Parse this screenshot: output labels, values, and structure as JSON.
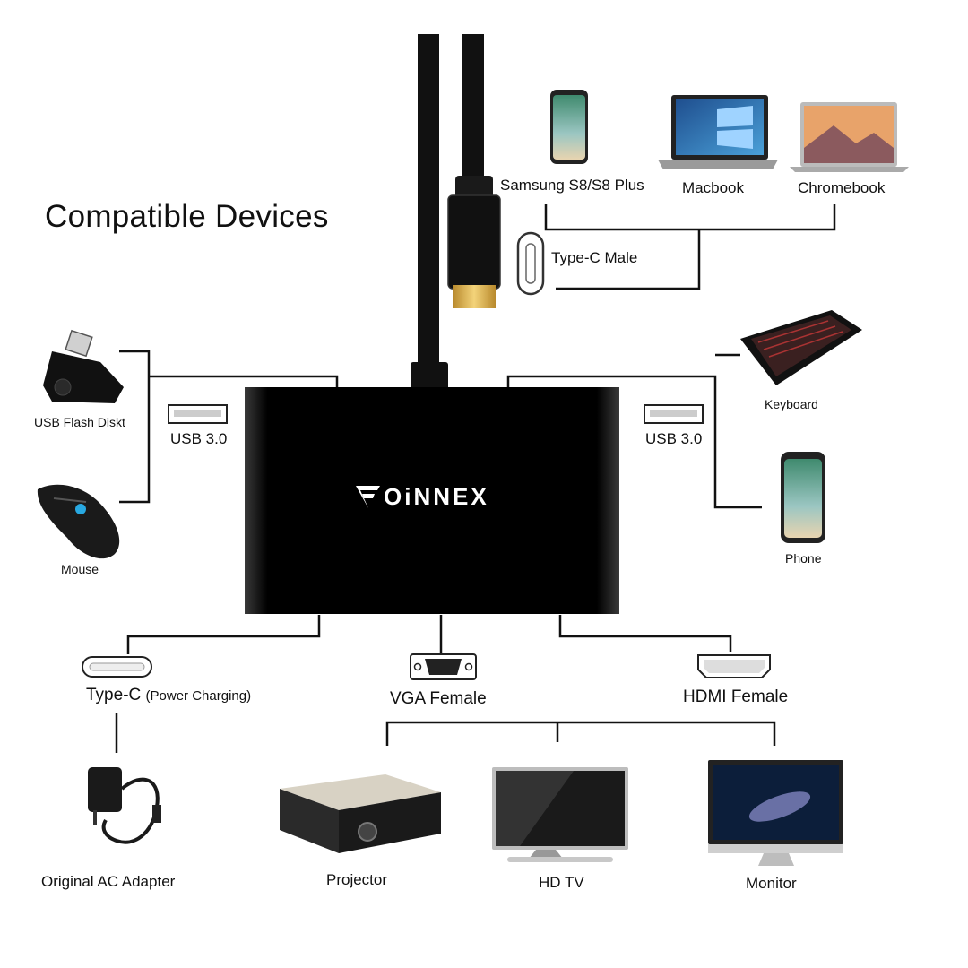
{
  "title": "Compatible Devices",
  "brand": "OiNNEX",
  "brand_logo": "F-chevron-logo",
  "top_devices": {
    "samsung": "Samsung S8/S8 Plus",
    "macbook": "Macbook",
    "chromebook": "Chromebook"
  },
  "type_c_male": "Type-C Male",
  "left_port": {
    "label": "USB 3.0",
    "devices": [
      "USB Flash Diskt",
      "Mouse"
    ]
  },
  "right_port": {
    "label": "USB 3.0",
    "devices": [
      "Keyboard",
      "Phone"
    ]
  },
  "bottom_ports": {
    "typec": {
      "label": "Type-C",
      "sublabel": "(Power Charging)",
      "device": "Original AC Adapter"
    },
    "vga": {
      "label": "VGA Female"
    },
    "hdmi": {
      "label": "HDMI Female"
    }
  },
  "display_devices": [
    "Projector",
    "HD TV",
    "Monitor"
  ],
  "colors": {
    "hub": "#000000",
    "lines": "#111111",
    "text": "#111111"
  }
}
